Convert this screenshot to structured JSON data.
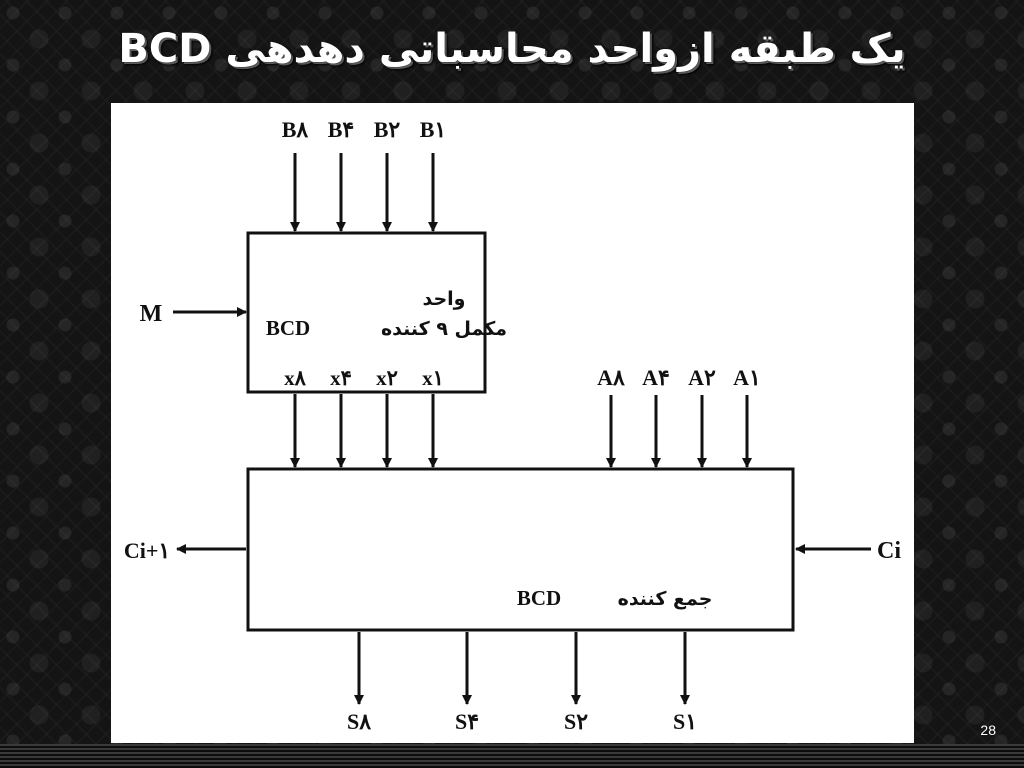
{
  "slide": {
    "title": "یک طبقه ازواحد محاسباتی دهدهی BCD",
    "page_number": "28"
  },
  "diagram": {
    "complement_block": {
      "label_line1": "واحد",
      "label_line2": "مکمل ۹ کننده",
      "label_acronym": "BCD",
      "inputs_b": [
        "B۸",
        "B۴",
        "B۲",
        "B۱"
      ],
      "outputs_x": [
        "x۸",
        "x۴",
        "x۲",
        "x۱"
      ]
    },
    "mode_input": "M",
    "adder_block": {
      "label": "جمع کننده",
      "label_acronym": "BCD",
      "inputs_a": [
        "A۸",
        "A۴",
        "A۲",
        "A۱"
      ],
      "outputs_s": [
        "S۸",
        "S۴",
        "S۲",
        "S۱"
      ]
    },
    "carry_out": "Ci+۱",
    "carry_in": "Ci"
  }
}
